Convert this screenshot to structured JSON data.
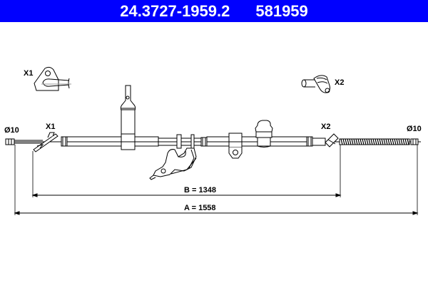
{
  "header": {
    "part_number": "24.3727-1959.2",
    "ref_number": "581959",
    "background_color": "#0000ff",
    "text_color": "#ffffff"
  },
  "callouts": {
    "x1_detail_label": "X1",
    "x2_detail_label": "X2",
    "x1_cable_label": "X1",
    "x2_cable_label": "X2",
    "left_diameter": "Ø10",
    "right_diameter": "Ø10"
  },
  "dimensions": {
    "b_label": "B = 1348",
    "a_label": "A = 1558",
    "b_value": 1348,
    "a_value": 1558,
    "unit": "mm"
  },
  "colors": {
    "line": "#000000",
    "ref_line": "#999999"
  }
}
